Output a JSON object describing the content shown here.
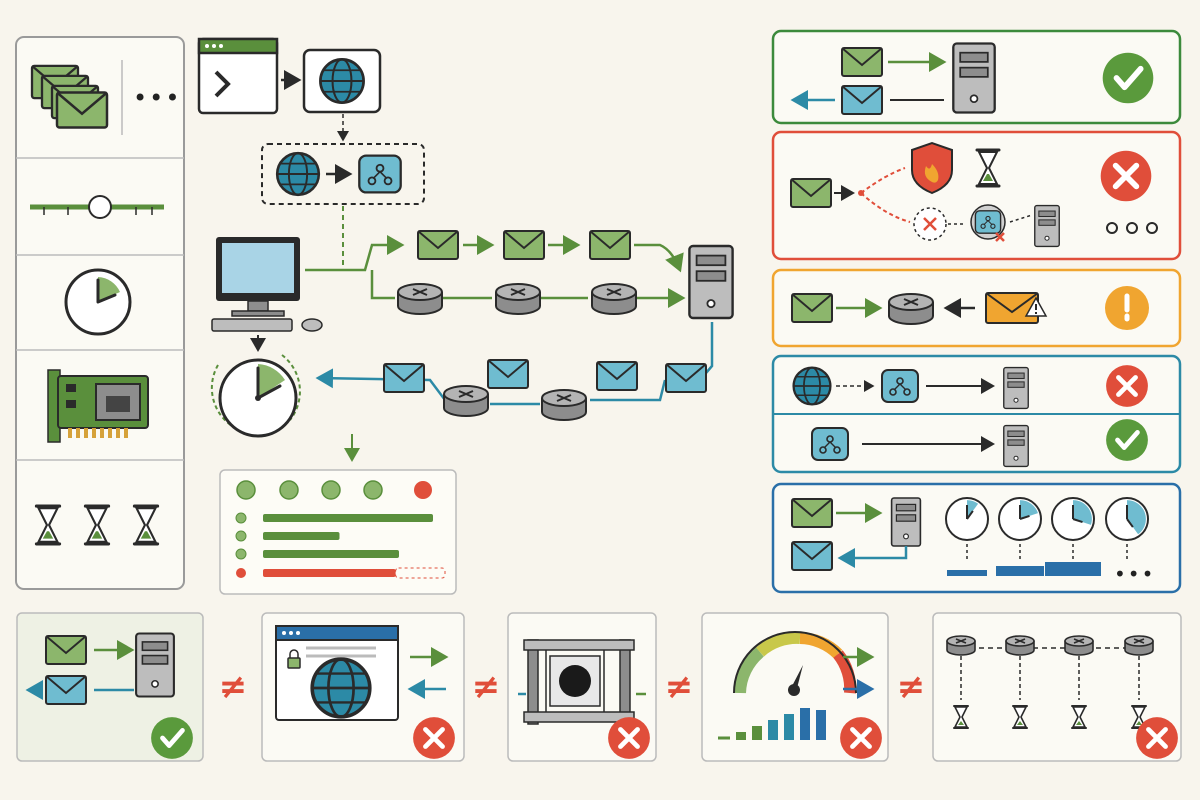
{
  "canvas_background": "#f8f5ed",
  "colors": {
    "green": "#5a8f3c",
    "green_fill": "#8cb66c",
    "teal": "#2c8aa6",
    "teal_fill": "#6fbcd0",
    "red": "#e04e3a",
    "orange": "#f0a530",
    "blue": "#2a6fa8",
    "router_gray": "#9a9a9a",
    "server_gray": "#bdbdbd",
    "outline": "#2a2a2a"
  },
  "glyphs": {
    "not_equal": "≠",
    "ellipsis_left_panel": "•••",
    "ellipsis_timing_panel": "•••"
  },
  "left_legend": {
    "items": [
      "stacked-envelopes-icon",
      "slider-icon",
      "clock-icon",
      "network-card-icon",
      "hourglasses-icon"
    ]
  },
  "center_flow": {
    "nodes": [
      "terminal-icon",
      "globe-icon",
      "dns-resolver-icon",
      "computer-icon",
      "routers",
      "server-icon",
      "timer-icon",
      "status-panel"
    ],
    "status_panel": {
      "dots": [
        "green",
        "green",
        "green",
        "green",
        "red"
      ],
      "bars": [
        {
          "color": "green",
          "fill": 1.0
        },
        {
          "color": "green",
          "fill": 0.45
        },
        {
          "color": "green",
          "fill": 0.8
        },
        {
          "color": "red",
          "fill": 0.78
        }
      ]
    }
  },
  "right_panels": [
    {
      "id": "success",
      "border": "green",
      "status": "check-icon"
    },
    {
      "id": "firewall-timeout",
      "border": "red",
      "status": "x-icon"
    },
    {
      "id": "warning",
      "border": "orange",
      "status": "exclamation-icon"
    },
    {
      "id": "dns-compare",
      "border": "teal",
      "status": [
        "x-icon",
        "check-icon"
      ]
    },
    {
      "id": "timing",
      "border": "blue",
      "clock_levels": [
        0.1,
        0.2,
        0.3,
        0.4
      ]
    }
  ],
  "bottom_comparisons": [
    {
      "id": "send-receive",
      "status": "check-icon"
    },
    {
      "id": "browser-globe",
      "status": "x-icon"
    },
    {
      "id": "filter-frame",
      "status": "x-icon"
    },
    {
      "id": "speedometer",
      "status": "x-icon"
    },
    {
      "id": "router-hourglass-chain",
      "status": "x-icon"
    }
  ]
}
